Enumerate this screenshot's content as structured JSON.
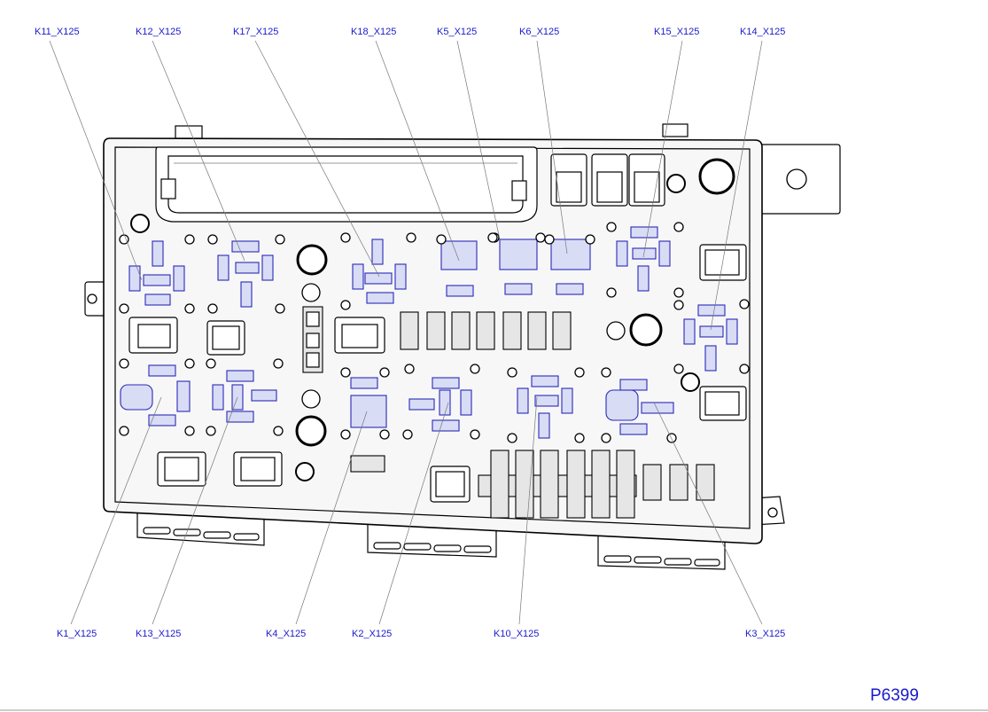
{
  "figure_id": "P6399",
  "callouts_top": [
    {
      "id": "K11",
      "label": "K11_X125"
    },
    {
      "id": "K12",
      "label": "K12_X125"
    },
    {
      "id": "K17",
      "label": "K17_X125"
    },
    {
      "id": "K18",
      "label": "K18_X125"
    },
    {
      "id": "K5",
      "label": "K5_X125"
    },
    {
      "id": "K6",
      "label": "K6_X125"
    },
    {
      "id": "K15",
      "label": "K15_X125"
    },
    {
      "id": "K14",
      "label": "K14_X125"
    }
  ],
  "callouts_bottom": [
    {
      "id": "K1",
      "label": "K1_X125"
    },
    {
      "id": "K13",
      "label": "K13_X125"
    },
    {
      "id": "K4",
      "label": "K4_X125"
    },
    {
      "id": "K2",
      "label": "K2_X125"
    },
    {
      "id": "K10",
      "label": "K10_X125"
    },
    {
      "id": "K3",
      "label": "K3_X125"
    }
  ],
  "colors": {
    "callout_text": "#1a1acc",
    "relay_socket": "#d9dcf5",
    "relay_outline": "#2a2ab8"
  }
}
